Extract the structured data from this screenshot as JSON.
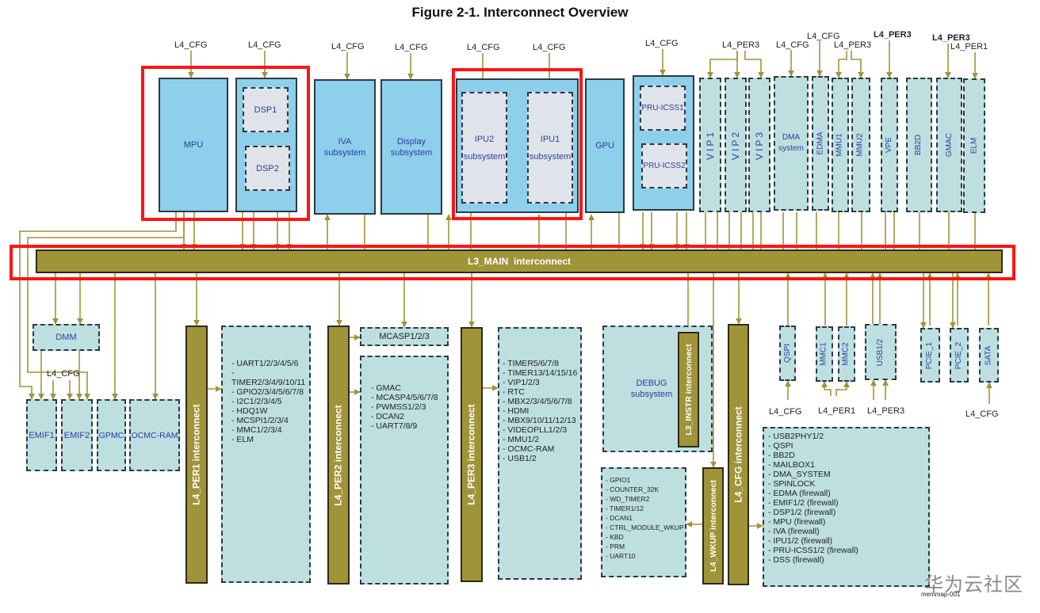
{
  "title": "Figure 2-1. Interconnect Overview",
  "colors": {
    "interconnect_bus": "#a09438",
    "highlight_frame": "#ff1414",
    "solid_subsystem": "#8ecfec",
    "dashed_module": "#bddfe0",
    "inner_core": "#e0e4ea",
    "connector_line": "#a09438"
  },
  "top_modules": {
    "mpu": "MPU",
    "dsp1": "DSP1",
    "dsp2": "DSP2",
    "iva": "IVA subsystem",
    "display": "Display subsystem",
    "ipu2": "IPU2 subsystem",
    "ipu1": "IPU1 subsystem",
    "gpu": "GPU",
    "pru1": "PRU-ICSS1",
    "pru2": "PRU-ICSS2",
    "vip1": "VIP1",
    "vip2": "VIP2",
    "vip3": "VIP3",
    "dma": "DMA system",
    "edma": "EDMA",
    "mmu1": "MMU1",
    "mmu2": "MMU2",
    "vpe": "VPE",
    "bb2d": "BB2D",
    "gmac": "GMAC",
    "elm": "ELM"
  },
  "top_labels": {
    "mpu": "L4_CFG",
    "dsp": "L4_CFG",
    "iva": "L4_CFG",
    "display": "L4_CFG",
    "ipu2": "L4_CFG",
    "ipu1": "L4_CFG",
    "pru": "L4_CFG",
    "vip": "L4_PER3",
    "dma": "L4_CFG",
    "edma": "L4_CFG",
    "mmu": "L4_PER3",
    "vpe": "L4_PER3",
    "gmac": "L4_PER3",
    "elm": "L4_PER1"
  },
  "main_bus": "L3_MAIN  interconnect",
  "memory": {
    "dmm": "DMM",
    "emif1": "EMIF1",
    "emif2": "EMIF2",
    "gpmc": "GPMC",
    "ocmc": "OCMC-RAM",
    "emif_cfg": "L4_CFG"
  },
  "buses": {
    "per1": "L4_PER1 interconnect",
    "per2": "L4_PER2 interconnect",
    "per3": "L4_PER3 interconnect",
    "instr": "L3_INSTR interconnect",
    "wkup": "L4_WKUP interconnect",
    "cfg": "L4_CFG interconnect"
  },
  "per1_list": [
    "UART1/2/3/4/5/6",
    "TIMER2/3/4/9/10/11",
    "GPIO2/3/4/5/6/7/8",
    "I2C1/2/3/4/5",
    "HDQ1W",
    "MCSPI1/2/3/4",
    "MMC1/2/3/4",
    "ELM"
  ],
  "per2_top": "MCASP1/2/3",
  "per2_list": [
    "GMAC",
    "MCASP4/5/6/7/8",
    "PWMSS1/2/3",
    "DCAN2",
    "UART7/8/9"
  ],
  "per3_list": [
    "TIMER5/6/7/8",
    "TIMER13/14/15/16",
    "VIP1/2/3",
    "RTC",
    "MBX2/3/4/5/6/7/8",
    "HDMI",
    "MBX9/10/11/12/13",
    "VIDEOPLL1/2/3",
    "MMU1/2",
    "OCMC-RAM",
    "USB1/2"
  ],
  "debug": "DEBUG subsystem",
  "wkup_list": [
    "GPIO1",
    "COUNTER_32K",
    "WD_TIMER2",
    "TIMER1/12",
    "DCAN1",
    "CTRL_MODULE_WKUP",
    "KBD",
    "PRM",
    "UART10"
  ],
  "cfg_list": [
    "USB2PHY1/2",
    "QSPI",
    "BB2D",
    "MAILBOX1",
    "DMA_SYSTEM",
    "SPINLOCK",
    "EDMA (firewall)",
    "EMIF1/2 (firewall)",
    "DSP1/2 (firewall)",
    "MPU (firewall)",
    "IVA (firewall)",
    "IPU1/2 (firewall)",
    "PRU-ICSS1/2 (firewall)",
    "DSS (firewall)"
  ],
  "bottom_right": {
    "qspi": "QSPI",
    "mmc1": "MMC1",
    "mmc2": "MMC2",
    "usb": "USB1/2",
    "pcie1": "PCIE_1",
    "pcie2": "PCIE_2",
    "sata": "SATA",
    "qspi_lbl": "L4_CFG",
    "mmc_lbl": "L4_PER1",
    "usb_lbl": "L4_PER3",
    "sata_lbl": "L4_CFG"
  },
  "figure_id": "memmap-001",
  "watermark": "华为云社区"
}
